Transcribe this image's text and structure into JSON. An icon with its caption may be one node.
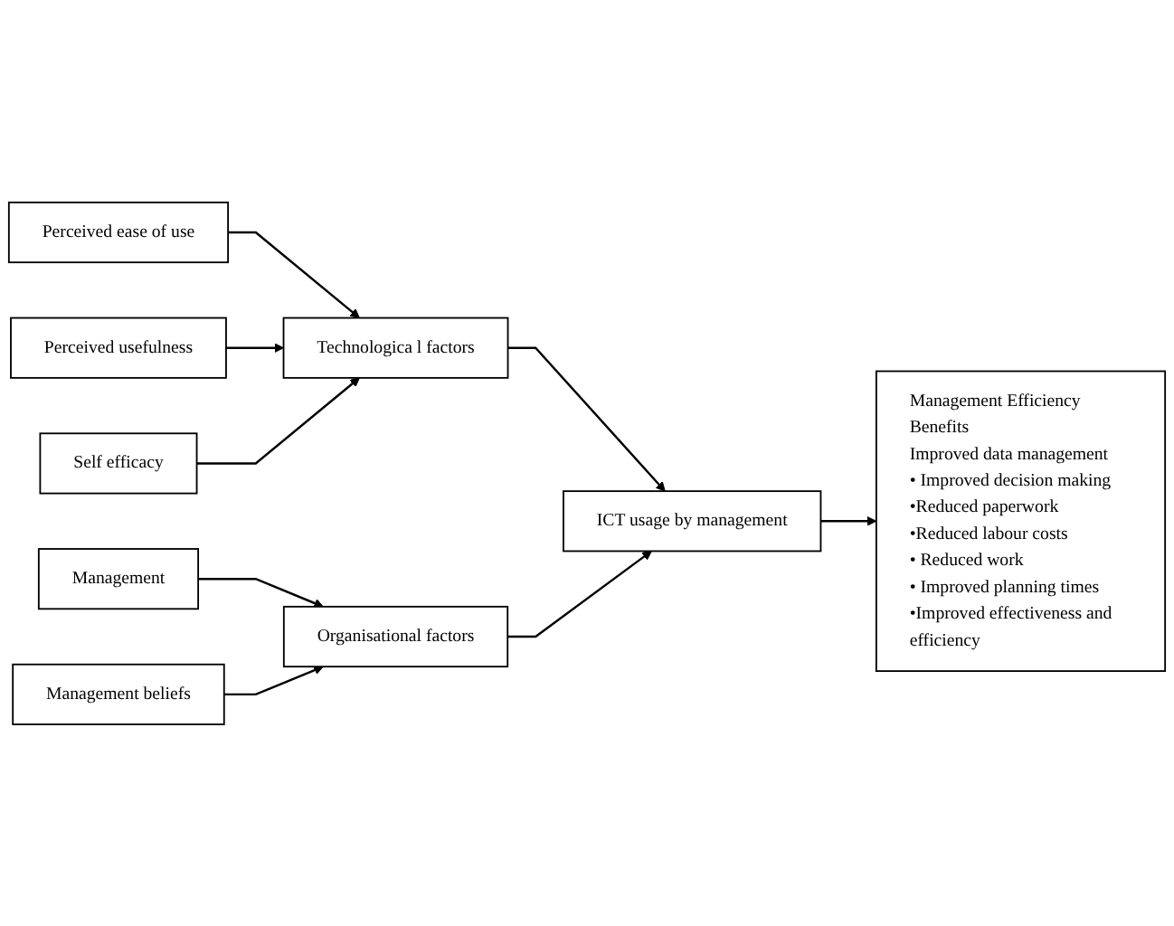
{
  "diagram": {
    "nodes": [
      {
        "text": [
          "Perceived ease of use"
        ]
      },
      {
        "text": [
          "Perceived usefulness"
        ]
      },
      {
        "text": [
          "Self efficacy"
        ]
      },
      {
        "text": [
          "Technologica l factors"
        ]
      },
      {
        "text": [
          "ICT usage by management"
        ]
      },
      {
        "text": [
          "Management"
        ]
      },
      {
        "text": [
          "Management beliefs"
        ]
      },
      {
        "text": [
          "Organisational factors"
        ]
      },
      {
        "text": [
          "Management Efficiency Benefits",
          "Improved data management",
          "• Improved decision making",
          "•Reduced paperwork",
          "•Reduced labour costs",
          "• Reduced work",
          "• Improved planning times",
          "•Improved effectiveness and efficiency"
        ]
      }
    ],
    "edges": [
      {
        "from": 0,
        "to": 3,
        "arrow": "to"
      },
      {
        "from": 1,
        "to": 3,
        "arrow": "to"
      },
      {
        "from": 2,
        "to": 3,
        "arrow": "to"
      },
      {
        "from": 3,
        "to": 4,
        "arrow": "to"
      },
      {
        "from": 4,
        "to": 8,
        "arrow": "to"
      },
      {
        "from": 7,
        "to": 4,
        "arrow": "to"
      },
      {
        "from": 5,
        "to": 7,
        "arrow": "to"
      },
      {
        "from": 6,
        "to": 7,
        "arrow": "to"
      }
    ]
  }
}
